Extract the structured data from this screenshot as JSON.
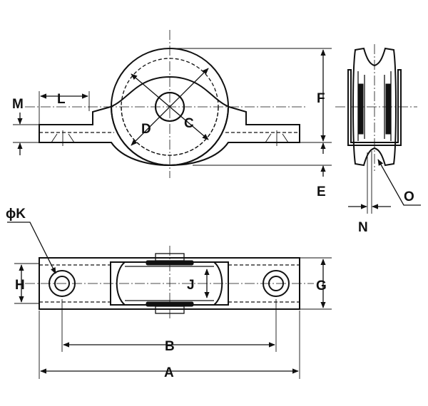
{
  "diagram": {
    "labels": {
      "M": "M",
      "L": "L",
      "D": "D",
      "C": "C",
      "F": "F",
      "E": "E",
      "O": "O",
      "N": "N",
      "K": "ϕK",
      "H": "H",
      "J": "J",
      "G": "G",
      "B": "B",
      "A": "A"
    },
    "views": [
      "front-view",
      "side-view",
      "top-view"
    ]
  }
}
